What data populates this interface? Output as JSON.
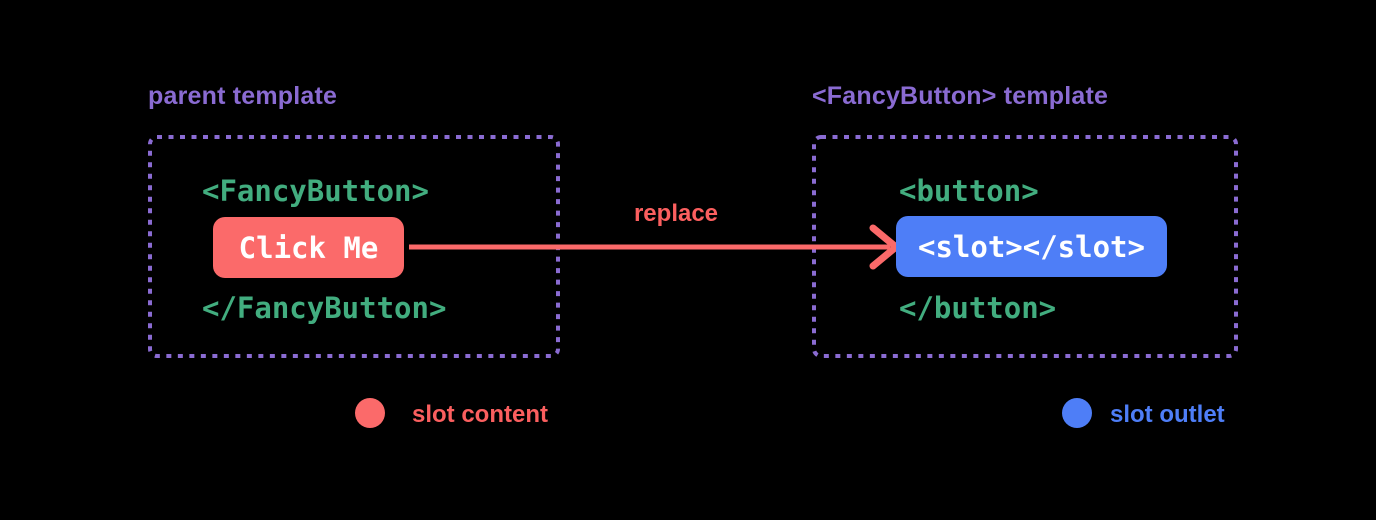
{
  "colors": {
    "background": "#000000",
    "purple": "#8a6bd2",
    "green": "#42ad7f",
    "red": "#fb6a6a",
    "blue": "#4e7ef7",
    "white": "#ffffff"
  },
  "parent_panel": {
    "title": "parent template",
    "open_tag": "<FancyButton>",
    "button_text": "Click Me",
    "close_tag": "</FancyButton>"
  },
  "arrow": {
    "label": "replace"
  },
  "component_panel": {
    "title": "<FancyButton> template",
    "open_tag": "<button>",
    "slot_text": "<slot></slot>",
    "close_tag": "</button>"
  },
  "legend": {
    "items": [
      {
        "label": "slot content",
        "color": "#fb6a6a"
      },
      {
        "label": "slot outlet",
        "color": "#4e7ef7"
      }
    ]
  }
}
